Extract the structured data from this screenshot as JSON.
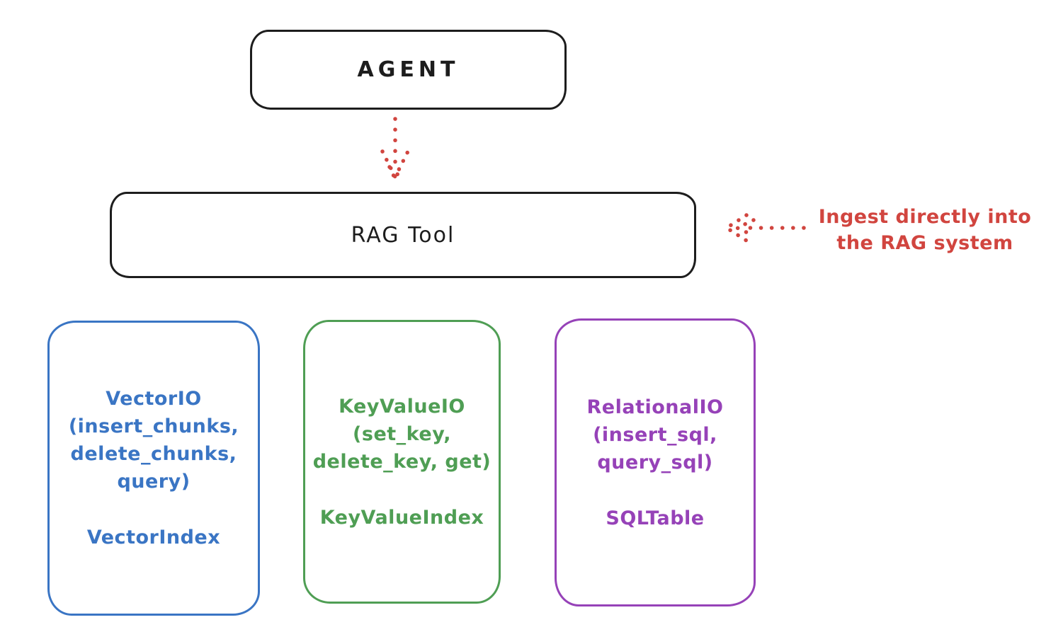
{
  "agent": {
    "label": "AGENT"
  },
  "rag_tool": {
    "label": "RAG Tool"
  },
  "annotation": {
    "line1": "Ingest directly into",
    "line2": "the RAG system"
  },
  "boxes": {
    "vector": {
      "lines": [
        "VectorIO",
        "(insert_chunks,",
        "delete_chunks,",
        "query)"
      ],
      "index": "VectorIndex"
    },
    "keyvalue": {
      "lines": [
        "KeyValueIO",
        "(set_key,",
        "delete_key, get)"
      ],
      "index": "KeyValueIndex"
    },
    "relational": {
      "lines": [
        "RelationalIO",
        "(insert_sql,",
        "query_sql)"
      ],
      "index": "SQLTable"
    }
  },
  "colors": {
    "ink": "#1d1d1d",
    "red": "#d1453f",
    "blue": "#3a75c4",
    "green": "#4f9e54",
    "purple": "#9642b8"
  }
}
